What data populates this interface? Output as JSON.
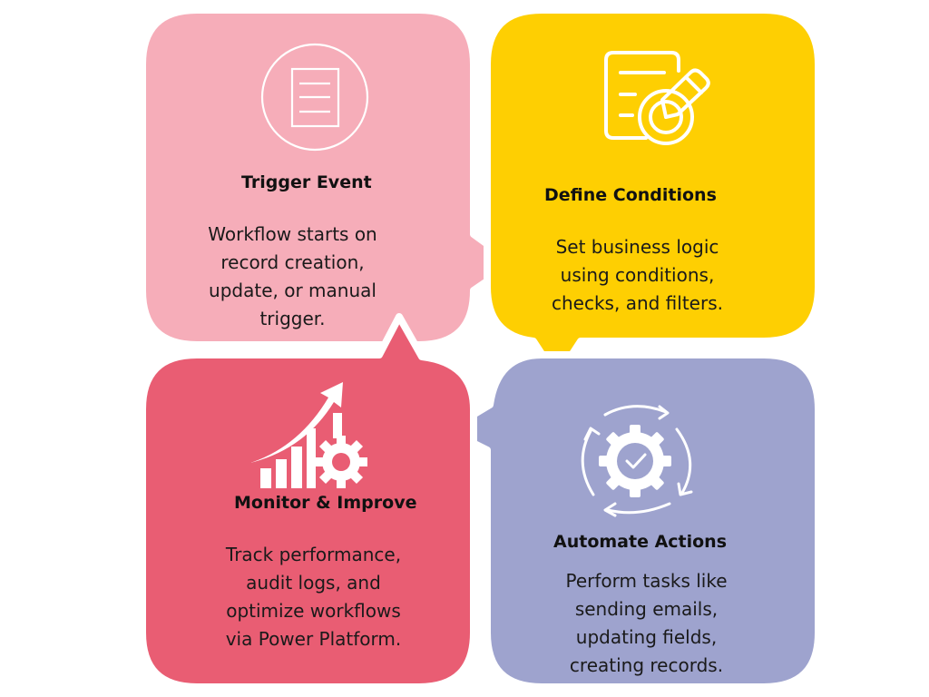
{
  "colors": {
    "trigger": "#f6adb9",
    "conditions": "#fecf02",
    "actions": "#9ea3ce",
    "monitor": "#e95d73",
    "icon": "#ffffff",
    "text": "#111111"
  },
  "cards": [
    {
      "id": "trigger-event",
      "icon": "document-icon",
      "title": "Trigger Event",
      "lines": [
        "Workflow starts on",
        "record creation,",
        "update, or manual",
        "trigger."
      ]
    },
    {
      "id": "define-conditions",
      "icon": "document-edit-target-icon",
      "title": "Define Conditions",
      "lines": [
        "Set business logic",
        "using conditions,",
        "checks, and filters."
      ]
    },
    {
      "id": "automate-actions",
      "icon": "gear-check-cycle-icon",
      "title": "Automate Actions",
      "lines": [
        "Perform tasks like",
        "sending emails,",
        "updating fields,",
        "creating records."
      ]
    },
    {
      "id": "monitor-improve",
      "icon": "growth-chart-gear-icon",
      "title": "Monitor & Improve",
      "lines": [
        "Track performance,",
        "audit logs, and",
        "optimize workflows",
        "via Power Platform."
      ]
    }
  ]
}
